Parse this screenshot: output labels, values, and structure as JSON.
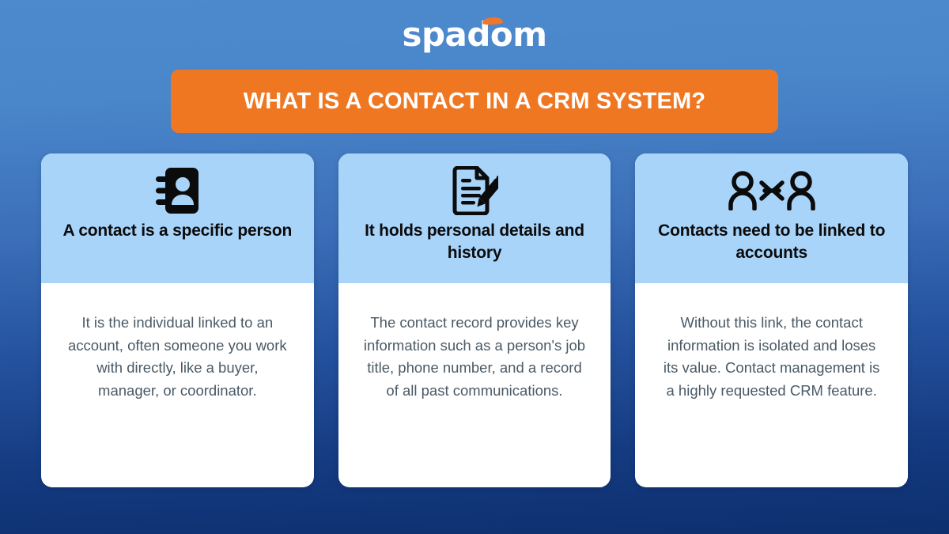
{
  "brand": {
    "logo_text": "spadom",
    "logo_accent_color": "#f2762a",
    "logo_icon": "orange-swoosh-icon"
  },
  "header": {
    "title": "WHAT IS A CONTACT IN A CRM SYSTEM?",
    "banner_color": "#ef7722",
    "banner_text_color": "#ffffff"
  },
  "theme": {
    "background_top": "#4d89cd",
    "background_bottom": "#0d2f6e",
    "card_header_color": "#a8d4fa",
    "card_body_color": "#ffffff",
    "body_text_color": "#4a5a66"
  },
  "cards": [
    {
      "icon": "address-book-icon",
      "title": "A contact is a specific person",
      "body": "It is the individual linked to an account, often someone you work with directly, like a buyer, manager, or coordinator."
    },
    {
      "icon": "document-pencil-icon",
      "title": "It holds personal details and history",
      "body": "The contact record provides key information such as a person's job title, phone number, and a record of all past communications."
    },
    {
      "icon": "linked-people-icon",
      "title": "Contacts need to be linked to accounts",
      "body": "Without this link, the contact information is isolated and loses its value. Contact management is a highly requested CRM feature."
    }
  ]
}
